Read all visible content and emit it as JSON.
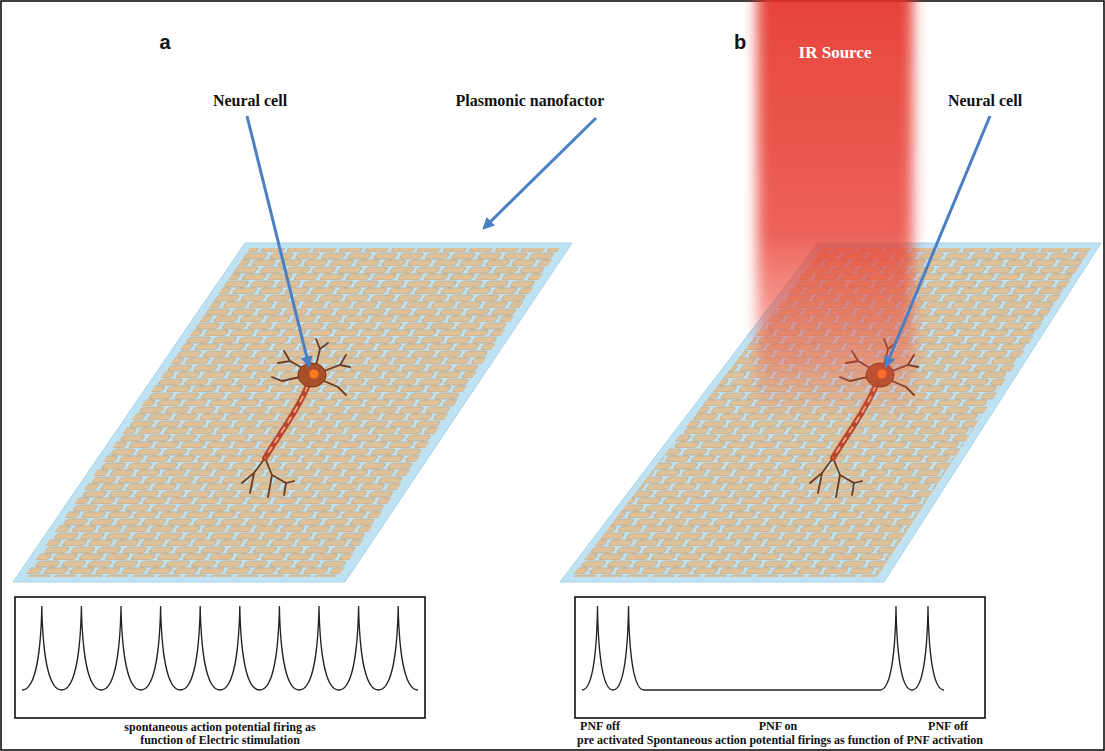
{
  "diagram": {
    "nodes": [
      {
        "text": [
          "IR Source"
        ]
      }
    ],
    "labels": [
      "a",
      "b",
      "Neural cell",
      "Plasmonic nanofactor",
      "Neural cell",
      "spontaneous action potential firing as function of Electric stimulation",
      "PNF off",
      "PNF on",
      "PNF off",
      "pre activated Spontaneous action potential firings as function of PNF activation"
    ]
  }
}
